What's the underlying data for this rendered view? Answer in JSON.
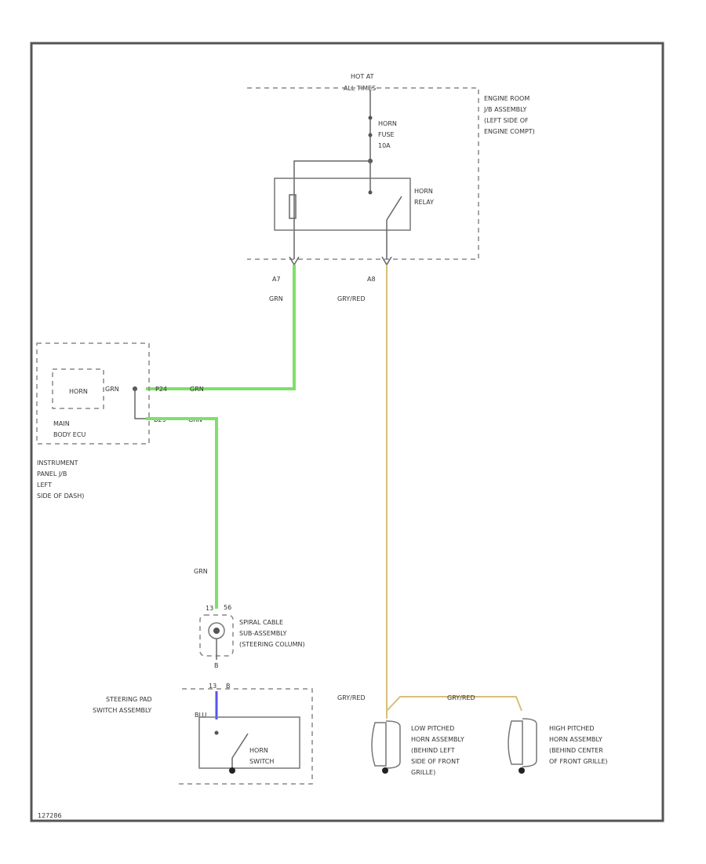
{
  "colors": {
    "grn_wire": "#7ee06a",
    "gry_red_wire": "#d6c07a",
    "blu_wire": "#5555ee",
    "frame": "#555555"
  },
  "power": {
    "label_line1": "HOT AT",
    "label_line2": "ALL TIMES"
  },
  "engine_room_jb": {
    "lines": [
      "ENGINE ROOM",
      "J/B ASSEMBLY",
      "(LEFT SIDE OF",
      "ENGINE COMPT)"
    ]
  },
  "horn_fuse": {
    "lines": [
      "HORN",
      "FUSE",
      "10A"
    ]
  },
  "horn_relay": {
    "lines": [
      "HORN",
      "RELAY"
    ]
  },
  "connectors": {
    "a7": "A7",
    "a8": "A8",
    "c13": "13",
    "c56": "56",
    "b8": "B"
  },
  "wire_colors": {
    "grn_top": "GRN",
    "gry_red_a8": "GRY/RED",
    "grn_p24": "GRN",
    "grn_b29": "GRN",
    "grn_mid": "GRN",
    "blu": "BLU",
    "gry_red_bottom": "GRY/RED",
    "gry_red_mid": "GRY/RED",
    "grn_port": "GRN"
  },
  "main_ecu": {
    "horn_label": "HORN",
    "pin_p24": "P24",
    "pin_b29": "B29",
    "lines": [
      "MAIN",
      "BODY ECU"
    ]
  },
  "instrument_jb": {
    "lines": [
      "INSTRUMENT",
      "PANEL J/B",
      "LEFT",
      "SIDE OF DASH)"
    ]
  },
  "spiral_cable": {
    "lines": [
      "SPIRAL CABLE",
      "SUB-ASSEMBLY",
      "(STEERING COLUMN)"
    ]
  },
  "steering_pad": {
    "lines": [
      "STEERING PAD",
      "SWITCH ASSEMBLY"
    ]
  },
  "horn_switch": {
    "lines": [
      "HORN",
      "SWITCH"
    ]
  },
  "low_horn": {
    "lines": [
      "LOW PITCHED",
      "HORN ASSEMBLY",
      "(BEHIND LEFT",
      "SIDE OF FRONT",
      "GRILLE)"
    ]
  },
  "high_horn": {
    "lines": [
      "HIGH PITCHED",
      "HORN ASSEMBLY",
      "(BEHIND CENTER",
      "OF FRONT GRILLE)"
    ]
  },
  "footer_code": "127286"
}
